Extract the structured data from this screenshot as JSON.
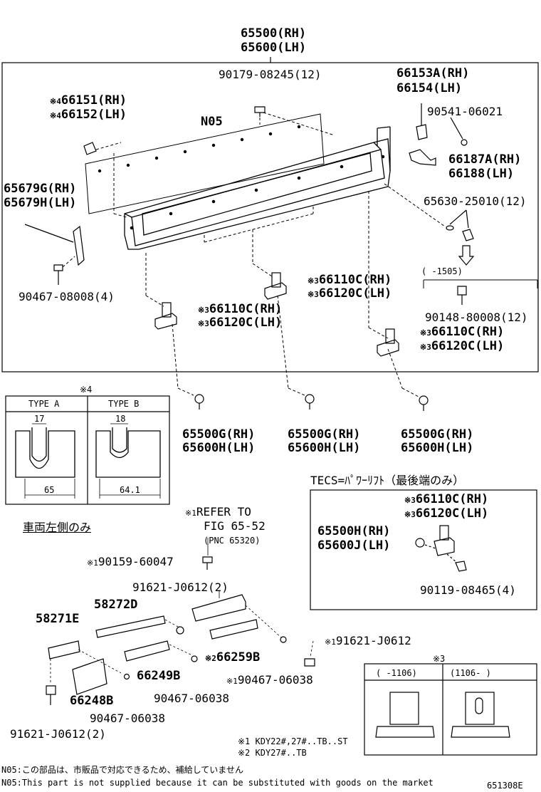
{
  "assembly": {
    "rh": "65500(RH)",
    "lh": "65600(LH)"
  },
  "parts": {
    "p90179": "90179-08245(12)",
    "p66153": "66153A(RH)",
    "p66154": "66154(LH)",
    "p90541": "90541-06021",
    "p66187": "66187A(RH)",
    "p66188": "66188(LH)",
    "p66151": "66151(RH)",
    "p66152": "66152(LH)",
    "n05": "N05",
    "p65679g": "65679G(RH)",
    "p65679h": "65679H(LH)",
    "p65630": "65630-25010(12)",
    "range1505": "(      -1505)",
    "p90148": "90148-80008(12)",
    "p90467a": "90467-08008(4)",
    "p66110c": "66110C(RH)",
    "p66120c": "66120C(LH)",
    "p65500g": "65500G(RH)",
    "p65600h": "65600H(LH)",
    "tecs_title": "TECS=ﾊﾟﾜｰﾘﾌﾄ（最後端のみ）",
    "p65500h": "65500H(RH)",
    "p65600j": "65600J(LH)",
    "p90119": "90119-08465(4)",
    "refer_line1": "REFER TO",
    "refer_line2": "FIG 65-52",
    "refer_line3": "(PNC 65320)",
    "left_side_only": "車両左側のみ",
    "p90159": "90159-60047",
    "p91621_2a": "91621-J0612(2)",
    "p58272d": "58272D",
    "p58271e": "58271E",
    "p91621": "91621-J0612",
    "p66259b": "66259B",
    "p90467_06038": "90467-06038",
    "p66249b": "66249B",
    "p66248b": "66248B",
    "p91621_2b": "91621-J0612(2)"
  },
  "marks": {
    "m1": "※1",
    "m2": "※2",
    "m3": "※3",
    "m4": "※4"
  },
  "type_table": {
    "note": "※4",
    "type_a": "TYPE A",
    "type_b": "TYPE B",
    "a_top": "17",
    "b_top": "18",
    "a_bottom": "65",
    "b_bottom": "64.1"
  },
  "table3": {
    "note": "※3",
    "col1": "(     -1106)",
    "col2": "(1106-     )"
  },
  "footnotes": {
    "f1": "※1 KDY22#,27#..TB..ST",
    "f2": "※2 KDY27#..TB",
    "n05_jp": "N05:この部品は、市販品で対応できるため、補給していません",
    "n05_en": "N05:This part is not supplied because it can be substituted with goods on the market",
    "code": "651308E"
  }
}
